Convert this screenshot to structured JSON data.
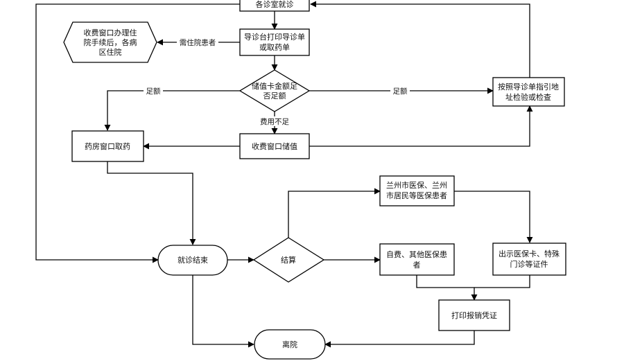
{
  "nodes": {
    "dept_visit": {
      "label": "各诊室就诊"
    },
    "print_slip": {
      "lines": [
        "导诊台打印导诊单",
        "或取药单"
      ]
    },
    "inpatient_desk": {
      "lines": [
        "收费窗口办理住",
        "院手续后，各病",
        "区住院"
      ]
    },
    "balance_check": {
      "lines": [
        "储值卡金额足",
        "否足额"
      ]
    },
    "exam_guide": {
      "lines": [
        "按照导诊单指引地",
        "址检验或检查"
      ]
    },
    "pharmacy": {
      "label": "药房窗口取药"
    },
    "topup": {
      "label": "收费窗口储值"
    },
    "visit_end": {
      "label": "就诊结束"
    },
    "settlement": {
      "label": "结算"
    },
    "lanzhou_insured": {
      "lines": [
        "兰州市医保、兰州",
        "市居民等医保患者"
      ]
    },
    "self_pay": {
      "lines": [
        "自费、其他医保患",
        "者"
      ]
    },
    "show_card": {
      "lines": [
        "出示医保卡、特殊",
        "门诊等证件"
      ]
    },
    "print_receipt": {
      "label": "打印报销凭证"
    },
    "discharge": {
      "label": "离院"
    }
  },
  "edges": {
    "need_inpatient": "需住院患者",
    "sufficient_left": "足额",
    "sufficient_right": "足额",
    "insufficient": "费用不足"
  }
}
